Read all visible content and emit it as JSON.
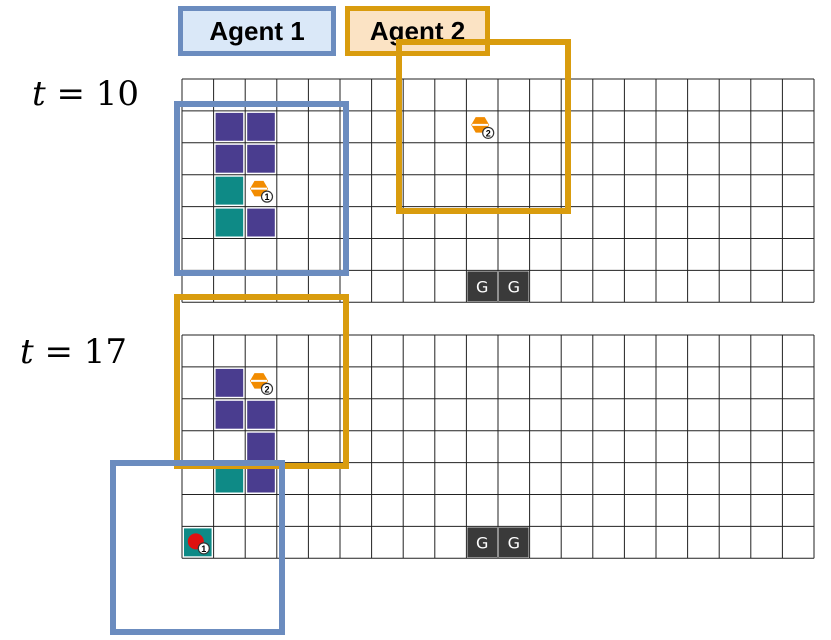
{
  "legend": {
    "agent1_label": "Agent 1",
    "agent2_label": "Agent 2"
  },
  "colors": {
    "agent1": "#6b8cbf",
    "agent2": "#d99c0e",
    "obstacle": "#4a3d8f",
    "teal": "#0e8a86",
    "goal_tile": "#3a3a3a",
    "agent_orange": "#f28c00",
    "agent_red": "#e01010"
  },
  "panels": [
    {
      "time_var": "t",
      "time_eq": " = 10",
      "cols": 20,
      "rows": 7,
      "purple_cells": [
        [
          1,
          1
        ],
        [
          2,
          1
        ],
        [
          1,
          2
        ],
        [
          2,
          2
        ],
        [
          2,
          4
        ]
      ],
      "teal_cells": [
        [
          1,
          3
        ],
        [
          1,
          4
        ]
      ],
      "goal_cells": [
        [
          9,
          6
        ],
        [
          10,
          6
        ]
      ],
      "goal_text": "G",
      "agents": [
        {
          "col": 2,
          "row": 3,
          "kind": "orange",
          "badge": "1"
        },
        {
          "col": 9,
          "row": 1,
          "kind": "orange",
          "badge": "2"
        }
      ]
    },
    {
      "time_var": "t",
      "time_eq": " = 17",
      "cols": 20,
      "rows": 7,
      "purple_cells": [
        [
          1,
          1
        ],
        [
          1,
          2
        ],
        [
          2,
          2
        ],
        [
          2,
          3
        ],
        [
          2,
          4
        ]
      ],
      "teal_cells": [
        [
          1,
          4
        ],
        [
          0,
          6
        ]
      ],
      "goal_cells": [
        [
          9,
          6
        ],
        [
          10,
          6
        ]
      ],
      "goal_text": "G",
      "agents": [
        {
          "col": 2,
          "row": 1,
          "kind": "orange",
          "badge": "2"
        },
        {
          "col": 0,
          "row": 6,
          "kind": "red",
          "badge": "1"
        }
      ]
    }
  ]
}
